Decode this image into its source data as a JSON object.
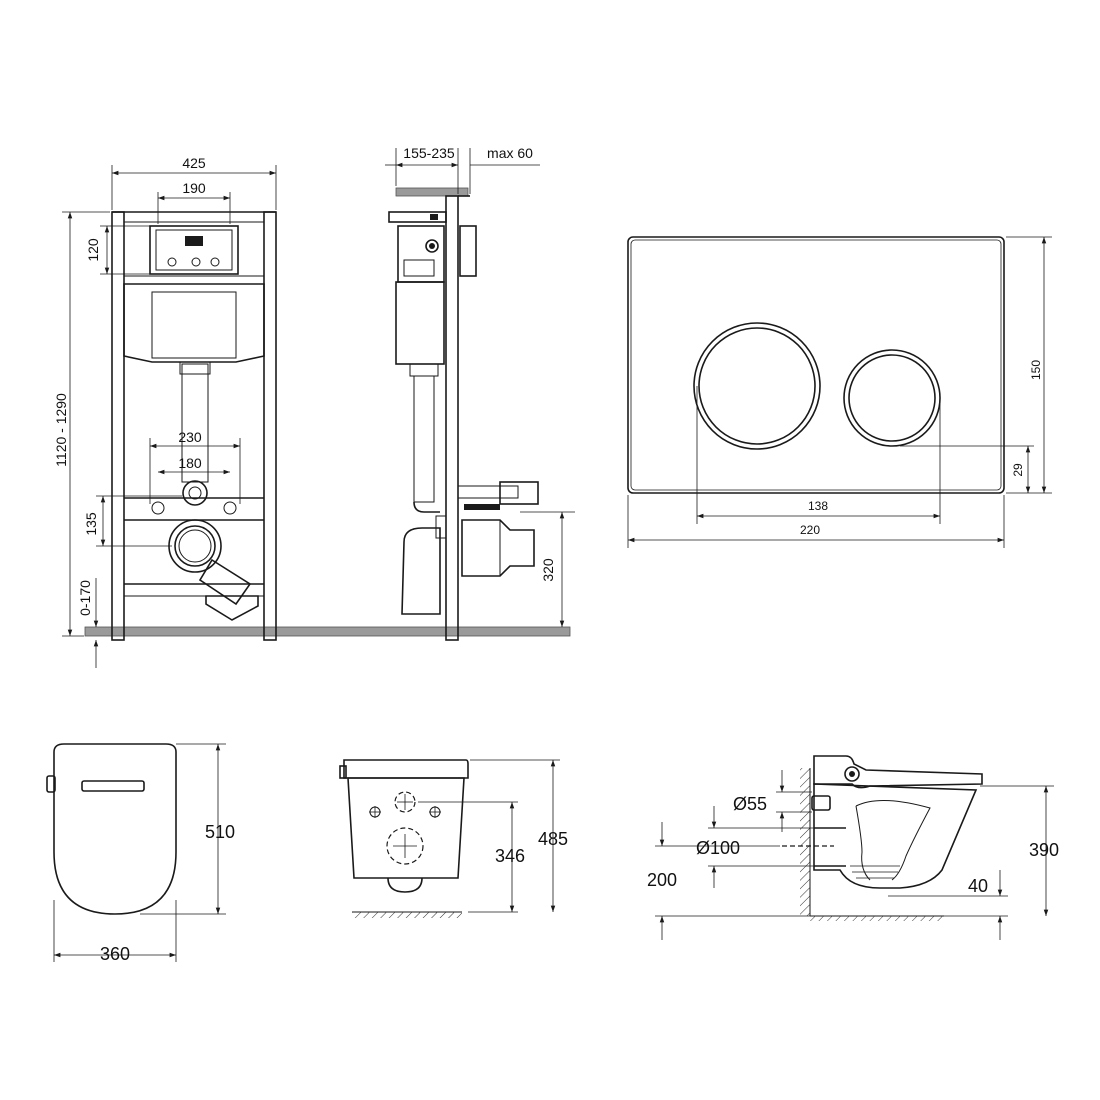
{
  "frame_front": {
    "width": "425",
    "flush_box_width": "190",
    "flush_box_height": "120",
    "height_range": "1120 - 1290",
    "studs_outer": "230",
    "studs_inner": "180",
    "drain_height": "135",
    "leg_adjust": "0-170"
  },
  "frame_side": {
    "depth": "155-235",
    "wall_max": "max 60",
    "outlet_height": "320"
  },
  "flush_plate": {
    "height": "150",
    "button_offset": "29",
    "button_spacing": "138",
    "width": "220"
  },
  "toilet_top": {
    "length": "510",
    "width": "360"
  },
  "toilet_front": {
    "stud_height": "346",
    "total_height": "485"
  },
  "toilet_side": {
    "inlet_diameter": "Ø55",
    "outlet_diameter": "Ø100",
    "outlet_height": "200",
    "water_level": "40",
    "seat_height": "390"
  }
}
